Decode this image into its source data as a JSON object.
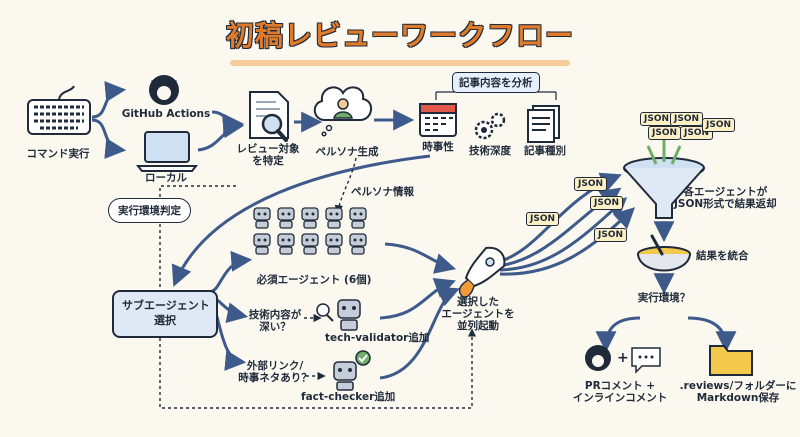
{
  "title": "初稿レビューワークフロー",
  "nodes": {
    "command": "コマンド実行",
    "github": "GitHub Actions",
    "local": "ローカル",
    "env_detect": "実行環境判定",
    "review_target": "レビュー対象\nを特定",
    "persona_gen": "ペルソナ生成",
    "analyze": "記事内容を分析",
    "timeliness": "時事性",
    "tech_depth": "技術深度",
    "article_type": "記事種別",
    "persona_info": "ペルソナ情報",
    "subagent_select": "サブエージェント\n選択",
    "required_agents": "必須エージェント (6個)",
    "tech_question": "技術内容が\n深い？",
    "tech_validator": "tech-validator追加",
    "external_question": "外部リンク/\n時事ネタあり？",
    "fact_checker": "fact-checker追加",
    "parallel": "選択した\nエージェントを\n並列起動",
    "json_return": "各エージェントが\nJSON形式で結果返却",
    "merge": "結果を統合",
    "env_question": "実行環境？",
    "pr_comment": "PRコメント +\nインラインコメント",
    "reviews_folder": ".reviews/フォルダーに\nMarkdown保存"
  },
  "json_label": "JSON",
  "colors": {
    "ink": "#1f2a3a",
    "accent": "#e07b2a",
    "arrow": "#3d5a8a",
    "box": "#dfe9f6"
  }
}
